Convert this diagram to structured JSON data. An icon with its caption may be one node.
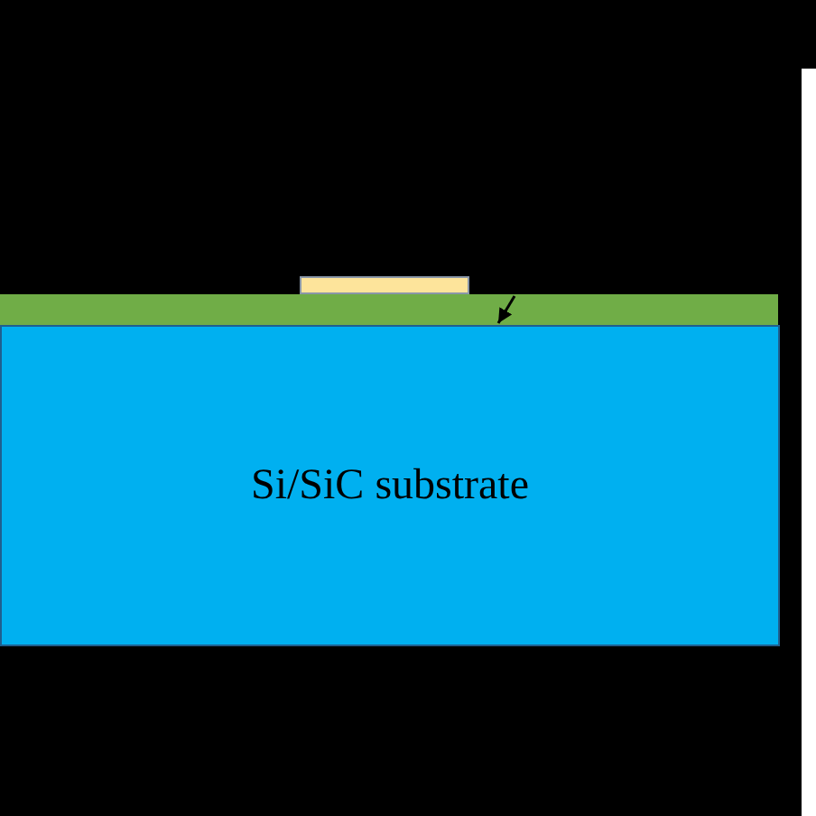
{
  "diagram": {
    "nodes": [
      {
        "text": [],
        "shape": "box"
      },
      {
        "text": [],
        "shape": "bar"
      },
      {
        "text": [
          "Si/SiC substrate"
        ]
      }
    ],
    "edges": [
      {
        "from": null,
        "to": 1,
        "arrow": "to"
      }
    ]
  }
}
